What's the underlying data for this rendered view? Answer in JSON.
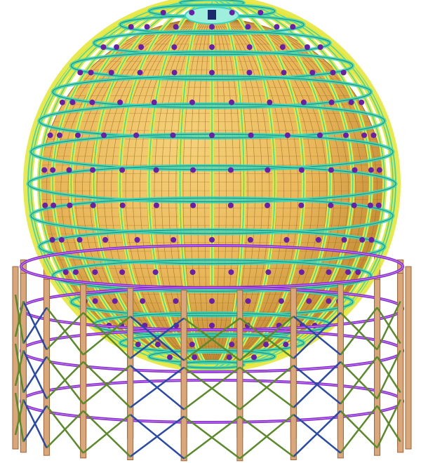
{
  "scene": {
    "subject": "spherical-structure-model",
    "background_color": "#ffffff",
    "colors": {
      "sphere_shell": "#e9b75a",
      "sphere_shell_light": "#f5d27a",
      "sphere_shell_dark": "#b8802c",
      "mesh_line": "#a4702a",
      "outer_frame_yellow": "#e6e63c",
      "frame_cyan": "#3fd6b8",
      "nodes_purple": "#6a1fa8",
      "ring_purple": "#8a2bd0",
      "column_tan": "#d9a77a",
      "column_edge": "#a0643a",
      "bracing_green": "#5a8a2a",
      "bracing_blue": "#2a4aa8"
    },
    "grid": {
      "meridian_count": 36,
      "latitude_count": 18,
      "node_rows": 14
    },
    "support": {
      "column_count": 22,
      "ring_count": 4
    }
  }
}
